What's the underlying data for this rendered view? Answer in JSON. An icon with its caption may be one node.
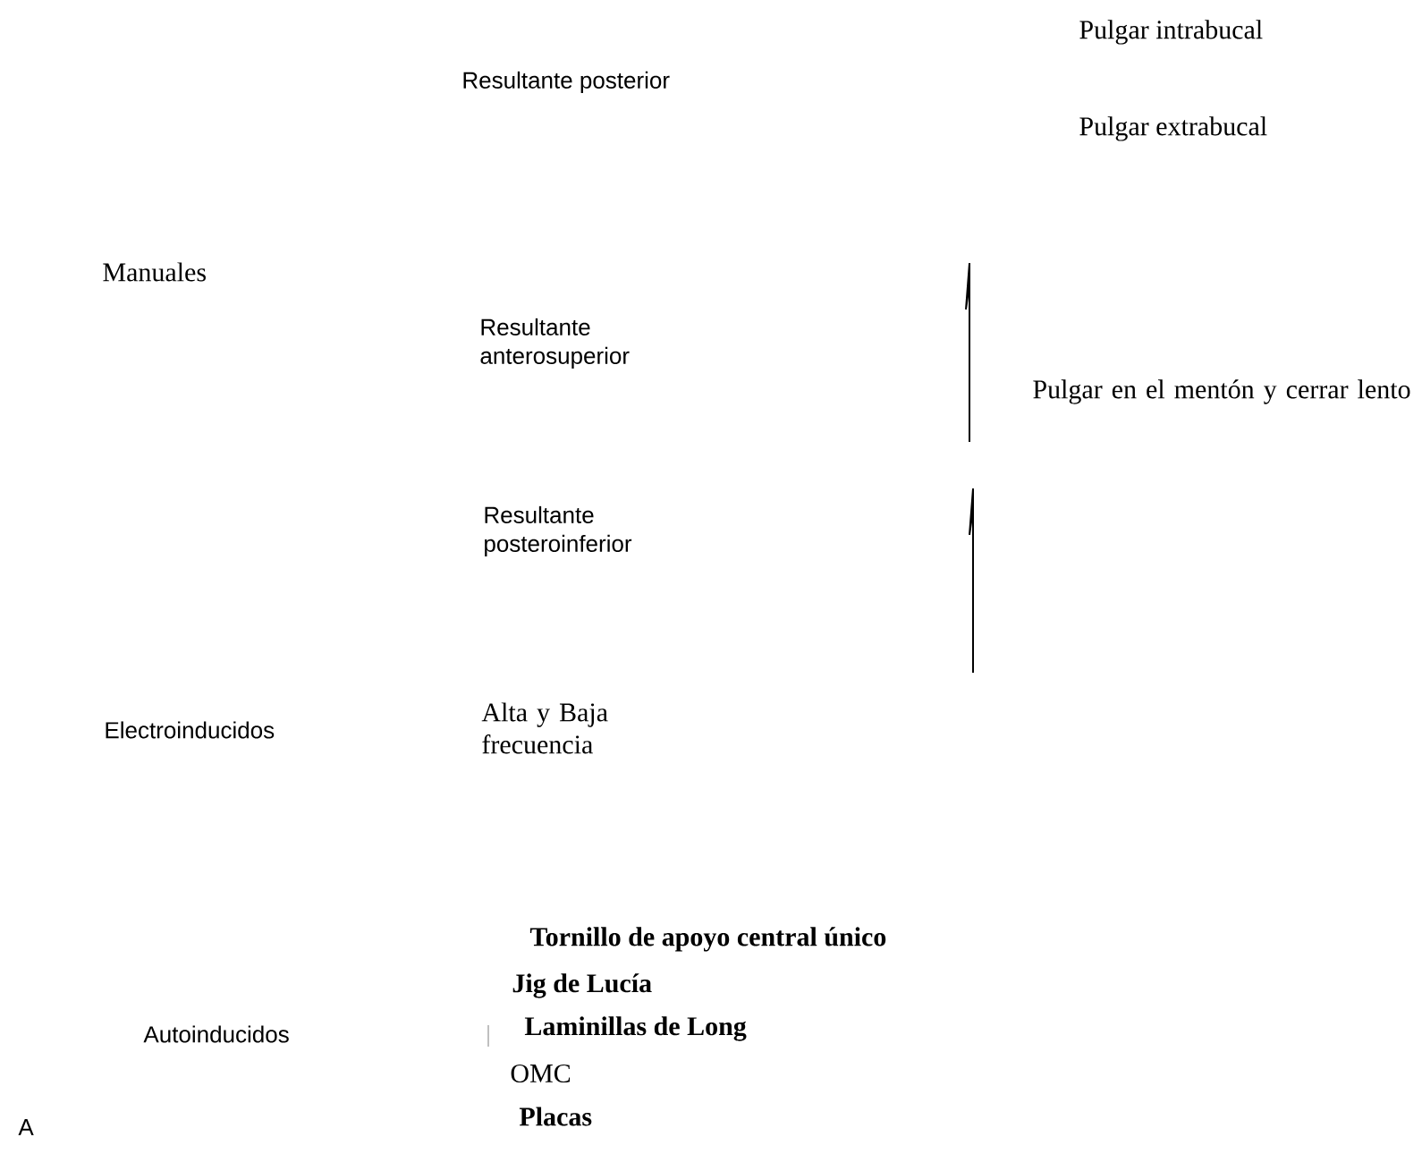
{
  "diagram": {
    "labels": [
      "Pulgar intrabucal",
      "Resultante posterior",
      "Pulgar extrabucal",
      "Manuales",
      "Resultante anterosuperior",
      "Pulgar en el mentón y cerrar lento",
      "Resultante posteroinferior",
      "Alta y Baja frecuencia",
      "Electroinducidos",
      "Tornillo de apoyo central único",
      "Jig de Lucía",
      "Autoinducidos",
      "Laminillas de Long",
      "OMC",
      "Placas",
      "A"
    ]
  }
}
